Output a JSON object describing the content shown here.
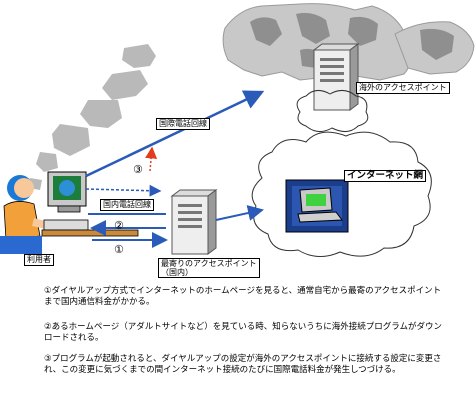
{
  "labels": {
    "international_line": "国際電話回線",
    "domestic_line": "国内電話回線",
    "overseas_ap": "海外のアクセスポイント",
    "internet": "インターネット網",
    "nearest_ap_line1": "最寄りのアクセスポイント",
    "nearest_ap_line2": "（国内）",
    "user": "利用者"
  },
  "steps": {
    "step1": "①",
    "step2": "②",
    "step3": "③"
  },
  "notes": [
    "①ダイヤルアップ方式でインターネットのホームページを見ると、通常自宅から最寄のアクセスポイントまで国内通信料金がかかる。",
    "②あるホームページ（アダルトサイトなど）を見ている時、知らないうちに海外接続プログラムがダウンロードされる。",
    "③プログラムが起動されると、ダイヤルアップの設定が海外のアクセスポイントに接続する設定に変更され、この変更に気づくまでの間インターネット接続のたびに国際電話料金が発生しつづける。"
  ],
  "colors": {
    "arrow_blue": "#2a5bb8",
    "arrow_red": "#e23b1e",
    "map_gray": "#bfbfbf",
    "screen_blue": "#1a3e8c"
  }
}
